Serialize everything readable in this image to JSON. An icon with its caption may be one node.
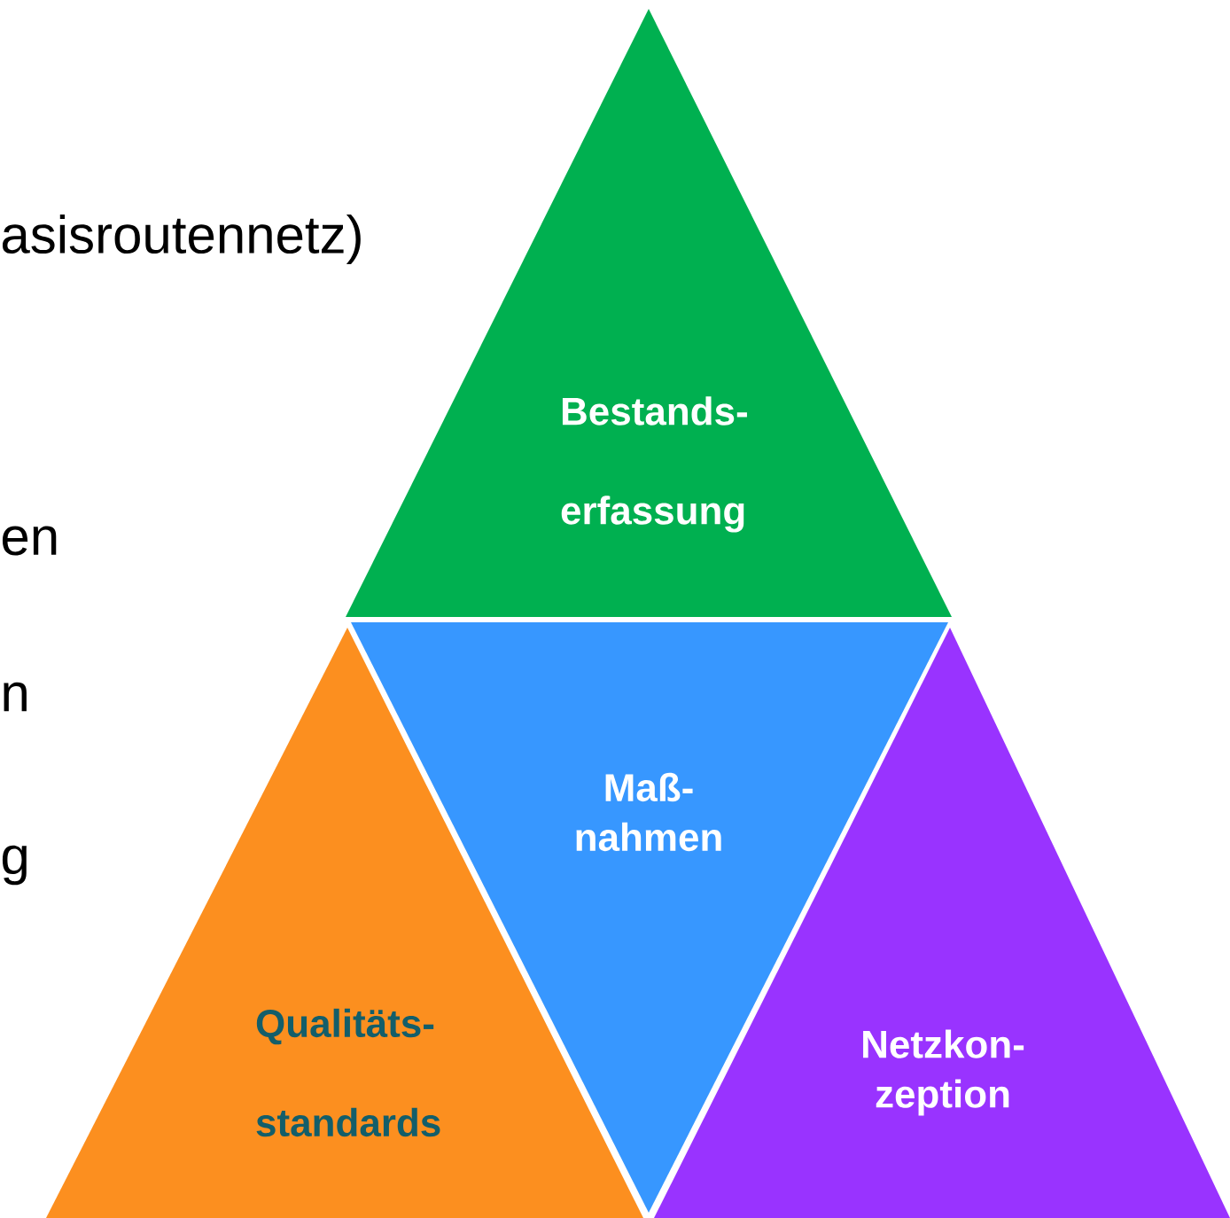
{
  "diagram": {
    "nodes": [
      {
        "text": [
          "Bestands- erfassung"
        ]
      },
      {
        "text": [
          "Maß- nahmen"
        ]
      },
      {
        "text": [
          "Qualitäts- standards"
        ]
      },
      {
        "text": [
          "Netzkon- zeption"
        ]
      }
    ],
    "labels": [
      "asisroutennetz)",
      "en",
      "n",
      "g"
    ]
  }
}
